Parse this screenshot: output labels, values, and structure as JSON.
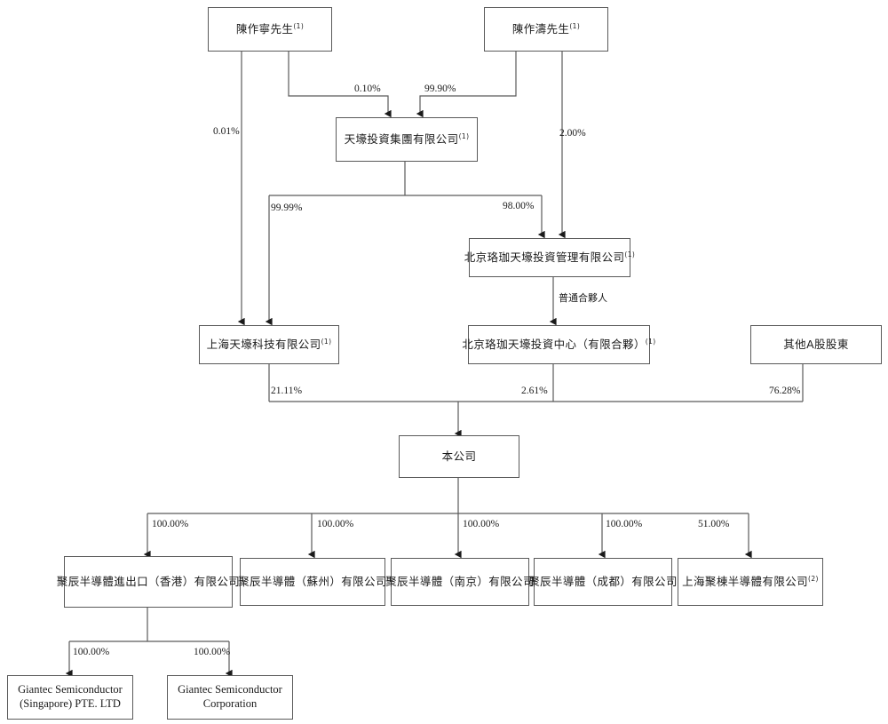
{
  "diagram": {
    "title": "Shareholding and corporate structure chart",
    "line_color": "#5a5a5a",
    "box_border_color": "#5a5a5a",
    "background": "#ffffff"
  },
  "nodes": [
    {
      "id": "chen_zuoning",
      "label": "陳作寧先生",
      "sup": "(1)",
      "lang": "cn"
    },
    {
      "id": "chen_zuotao",
      "label": "陳作濤先生",
      "sup": "(1)",
      "lang": "cn"
    },
    {
      "id": "tianhao_group",
      "label": "天壕投資集團有限公司",
      "sup": "(1)",
      "lang": "cn"
    },
    {
      "id": "beijing_luojia_mgmt",
      "label": "北京珞珈天壕投資管理有限公司",
      "sup": "(1)",
      "lang": "cn"
    },
    {
      "id": "shanghai_tianhao_tech",
      "label": "上海天壕科技有限公司",
      "sup": "(1)",
      "lang": "cn"
    },
    {
      "id": "beijing_luojia_center",
      "label": "北京珞珈天壕投資中心（有限合夥）",
      "sup": "(1)",
      "lang": "cn"
    },
    {
      "id": "other_a_shareholders",
      "label": "其他A股股東",
      "sup": "",
      "lang": "cn"
    },
    {
      "id": "the_company",
      "label": "本公司",
      "sup": "",
      "lang": "cn"
    },
    {
      "id": "sub_hk",
      "label": "聚辰半導體進出口（香港）有限公司",
      "sup": "",
      "lang": "cn"
    },
    {
      "id": "sub_suzhou",
      "label": "聚辰半導體（蘇州）有限公司",
      "sup": "",
      "lang": "cn"
    },
    {
      "id": "sub_nanjing",
      "label": "聚辰半導體（南京）有限公司",
      "sup": "",
      "lang": "cn"
    },
    {
      "id": "sub_chengdu",
      "label": "聚辰半導體（成都）有限公司",
      "sup": "",
      "lang": "cn"
    },
    {
      "id": "sub_judong",
      "label": "上海聚棟半導體有限公司",
      "sup": "(2)",
      "lang": "cn"
    },
    {
      "id": "giantec_singapore_line1",
      "label": "Giantec Semiconductor",
      "lang": "en"
    },
    {
      "id": "giantec_singapore_line2",
      "label": "(Singapore) PTE. LTD",
      "lang": "en"
    },
    {
      "id": "giantec_corp_line1",
      "label": "Giantec Semiconductor",
      "lang": "en"
    },
    {
      "id": "giantec_corp_line2",
      "label": "Corporation",
      "lang": "en"
    }
  ],
  "edge_labels": {
    "zuoning_to_tianhao": "0.10%",
    "zuotao_to_tianhao": "99.90%",
    "zuoning_to_shtech": "0.01%",
    "zuotao_to_luojia_mgmt": "2.00%",
    "tianhao_to_shtech": "99.99%",
    "tianhao_to_luojia_mgmt": "98.00%",
    "luojia_mgmt_to_center": "普通合夥人",
    "shtech_to_company": "21.11%",
    "center_to_company": "2.61%",
    "othera_to_company": "76.28%",
    "company_to_hk": "100.00%",
    "company_to_suzhou": "100.00%",
    "company_to_nanjing": "100.00%",
    "company_to_chengdu": "100.00%",
    "company_to_judong": "51.00%",
    "hk_to_singapore": "100.00%",
    "hk_to_corp": "100.00%"
  }
}
